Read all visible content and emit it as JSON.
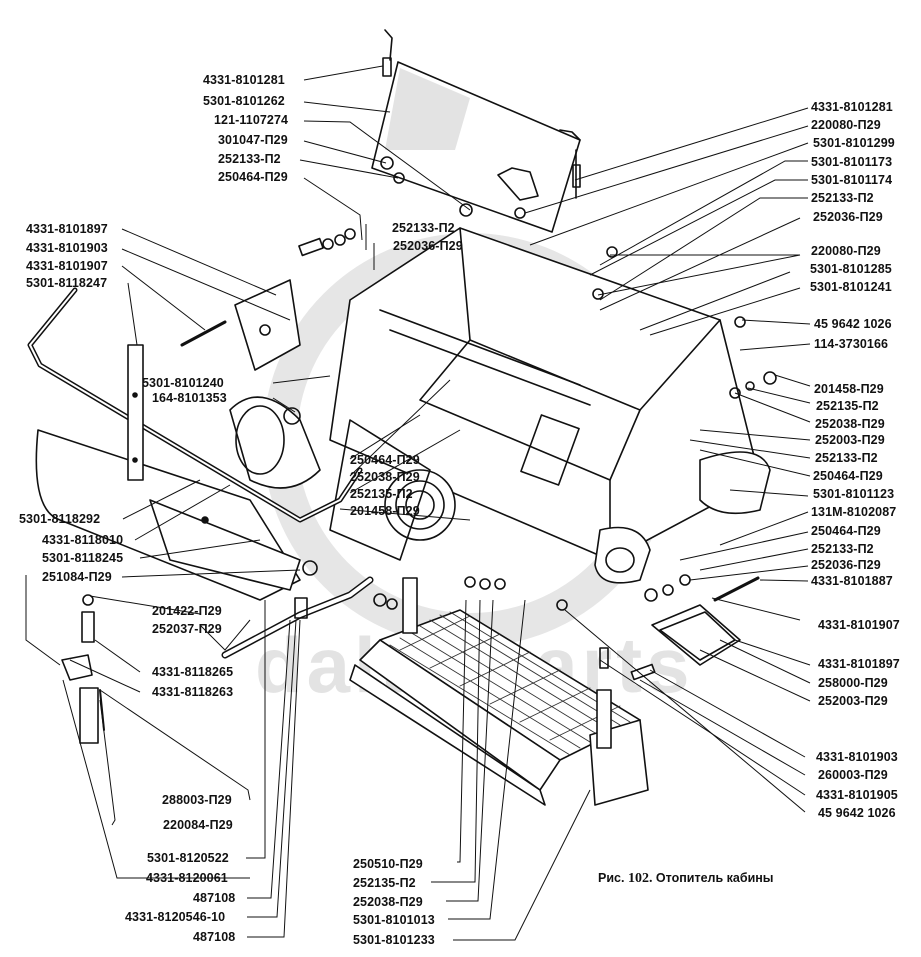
{
  "figure": {
    "caption_prefix": "Рис.",
    "caption_number": "102.",
    "caption_title": "Отопитель кабины",
    "watermark": "dalta parts"
  },
  "labels_left": [
    {
      "id": "l1",
      "text": "4331-8101281"
    },
    {
      "id": "l2",
      "text": "5301-8101262"
    },
    {
      "id": "l3",
      "text": "121-1107274"
    },
    {
      "id": "l4",
      "text": "301047-П29"
    },
    {
      "id": "l5",
      "text": "252133-П2"
    },
    {
      "id": "l6",
      "text": "250464-П29"
    },
    {
      "id": "l7",
      "text": "4331-8101897"
    },
    {
      "id": "l8",
      "text": "4331-8101903"
    },
    {
      "id": "l9",
      "text": "4331-8101907"
    },
    {
      "id": "l10",
      "text": "5301-8118247"
    },
    {
      "id": "l11",
      "text": "5301-8101240"
    },
    {
      "id": "l12",
      "text": "164-8101353"
    },
    {
      "id": "l13",
      "text": "5301-8118292"
    },
    {
      "id": "l14",
      "text": "4331-8118010"
    },
    {
      "id": "l15",
      "text": "5301-8118245"
    },
    {
      "id": "l16",
      "text": "251084-П29"
    },
    {
      "id": "l17",
      "text": "201422-П29"
    },
    {
      "id": "l18",
      "text": "252037-П29"
    },
    {
      "id": "l19",
      "text": "4331-8118265"
    },
    {
      "id": "l20",
      "text": "4331-8118263"
    },
    {
      "id": "l21",
      "text": "288003-П29"
    },
    {
      "id": "l22",
      "text": "220084-П29"
    },
    {
      "id": "l23",
      "text": "5301-8120522"
    },
    {
      "id": "l24",
      "text": "4331-8120061"
    },
    {
      "id": "l25",
      "text": "487108"
    },
    {
      "id": "l26",
      "text": "4331-8120546-10"
    },
    {
      "id": "l27",
      "text": "487108"
    }
  ],
  "labels_center": [
    {
      "id": "c1",
      "text": "252133-П2"
    },
    {
      "id": "c2",
      "text": "252036-П29"
    },
    {
      "id": "c3",
      "text": "250464-П29"
    },
    {
      "id": "c4",
      "text": "252038-П29"
    },
    {
      "id": "c5",
      "text": "252135-П2"
    },
    {
      "id": "c6",
      "text": "201458-П29"
    }
  ],
  "labels_bottom": [
    {
      "id": "b1",
      "text": "250510-П29"
    },
    {
      "id": "b2",
      "text": "252135-П2"
    },
    {
      "id": "b3",
      "text": "252038-П29"
    },
    {
      "id": "b4",
      "text": "5301-8101013"
    },
    {
      "id": "b5",
      "text": "5301-8101233"
    }
  ],
  "labels_right": [
    {
      "id": "r1",
      "text": "4331-8101281"
    },
    {
      "id": "r2",
      "text": "220080-П29"
    },
    {
      "id": "r3",
      "text": "5301-8101299"
    },
    {
      "id": "r4",
      "text": "5301-8101173"
    },
    {
      "id": "r5",
      "text": "5301-8101174"
    },
    {
      "id": "r6",
      "text": "252133-П2"
    },
    {
      "id": "r7",
      "text": "252036-П29"
    },
    {
      "id": "r8",
      "text": "220080-П29"
    },
    {
      "id": "r9",
      "text": "5301-8101285"
    },
    {
      "id": "r10",
      "text": "5301-8101241"
    },
    {
      "id": "r11",
      "text": "45 9642 1026"
    },
    {
      "id": "r12",
      "text": "114-3730166"
    },
    {
      "id": "r13",
      "text": "201458-П29"
    },
    {
      "id": "r14",
      "text": "252135-П2"
    },
    {
      "id": "r15",
      "text": "252038-П29"
    },
    {
      "id": "r16",
      "text": "252003-П29"
    },
    {
      "id": "r17",
      "text": "252133-П2"
    },
    {
      "id": "r18",
      "text": "250464-П29"
    },
    {
      "id": "r19",
      "text": "5301-8101123"
    },
    {
      "id": "r20",
      "text": "131М-8102087"
    },
    {
      "id": "r21",
      "text": "250464-П29"
    },
    {
      "id": "r22",
      "text": "252133-П2"
    },
    {
      "id": "r23",
      "text": "252036-П29"
    },
    {
      "id": "r24",
      "text": "4331-8101887"
    },
    {
      "id": "r25",
      "text": "4331-8101907"
    },
    {
      "id": "r26",
      "text": "4331-8101897"
    },
    {
      "id": "r27",
      "text": "258000-П29"
    },
    {
      "id": "r28",
      "text": "252003-П29"
    },
    {
      "id": "r29",
      "text": "4331-8101903"
    },
    {
      "id": "r30",
      "text": "260003-П29"
    },
    {
      "id": "r31",
      "text": "4331-8101905"
    },
    {
      "id": "r32",
      "text": "45 9642 1026"
    }
  ]
}
